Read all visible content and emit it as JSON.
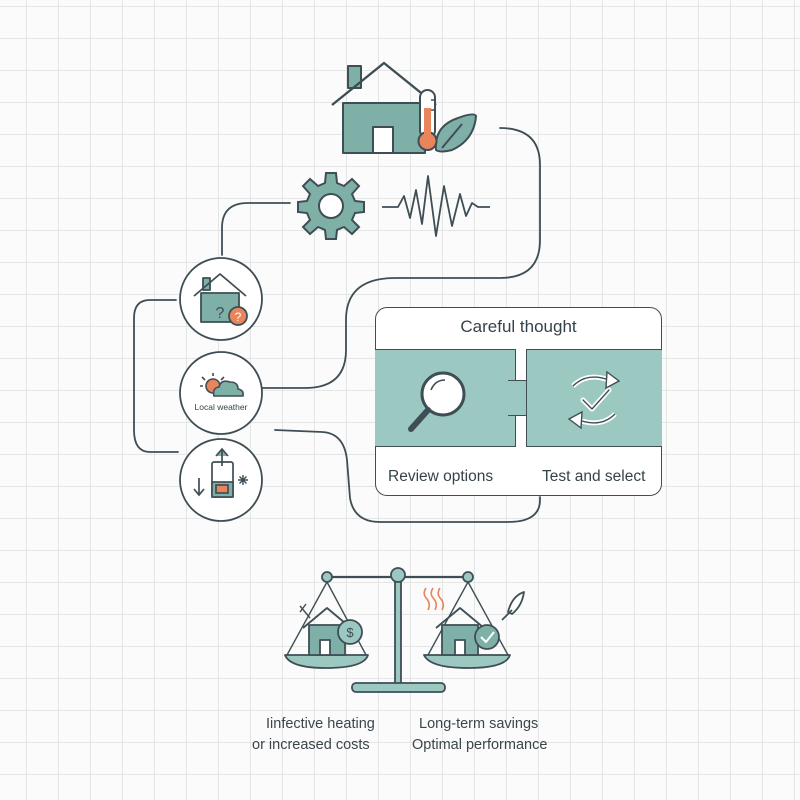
{
  "card": {
    "title": "Careful thought",
    "left_label": "Review options",
    "right_label": "Test and select"
  },
  "nodes": {
    "weather_label": "Local weather"
  },
  "scale": {
    "left_caption_line1": "Iinfective heating",
    "left_caption_line2": "or increased costs",
    "right_caption_line1": "Long-term savings",
    "right_caption_line2": "Optimal performance"
  },
  "icons": {
    "house": "house-thermometer-icon",
    "gear": "gear-icon",
    "wave": "signal-wave-icon",
    "question_house": "house-question-icon",
    "weather": "sun-cloud-icon",
    "heat_pump": "heat-pump-icon",
    "magnifier": "magnifier-icon",
    "cycle": "cycle-check-icon",
    "scale": "balance-scale-icon"
  },
  "colors": {
    "teal": "#7fb0a8",
    "teal_light": "#9bc9c1",
    "outline": "#3f4e55",
    "accent_orange": "#e8855c"
  }
}
